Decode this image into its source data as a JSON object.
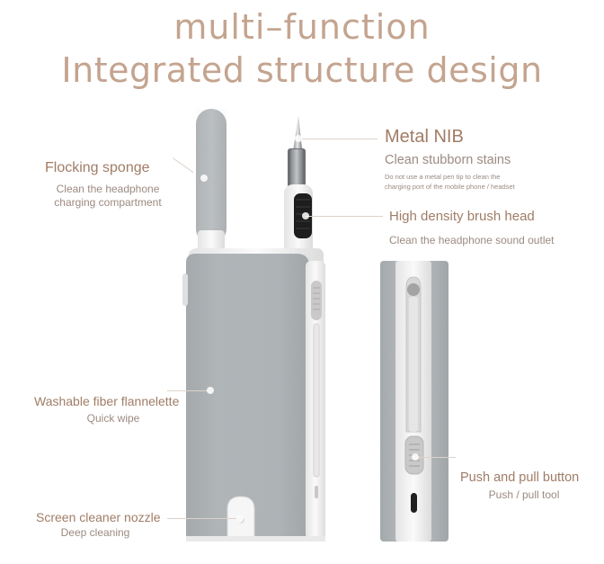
{
  "header": {
    "line1": "multi–function",
    "line2": "Integrated structure design"
  },
  "callouts": {
    "flocking": {
      "title": "Flocking sponge",
      "desc1": "Clean the headphone",
      "desc2": "charging compartment"
    },
    "metal_nib": {
      "title": "Metal NIB",
      "subtitle": "Clean stubborn stains",
      "note1": "Do not use a metal pen tip to clean the",
      "note2": "charging port of the mobile phone / headset"
    },
    "brush": {
      "title": "High density brush head",
      "desc": "Clean the headphone sound outlet"
    },
    "flannel": {
      "title": "Washable fiber flannelette",
      "desc": "Quick wipe"
    },
    "nozzle": {
      "title": "Screen cleaner nozzle",
      "desc": "Deep cleaning"
    },
    "push_pull": {
      "title": "Push and pull button",
      "desc": "Push / pull tool"
    }
  },
  "colors": {
    "title": "#c4a48f",
    "label": "#a07c66",
    "body_gray": "#aeb3b6",
    "frame_white": "#f4f4f4"
  }
}
